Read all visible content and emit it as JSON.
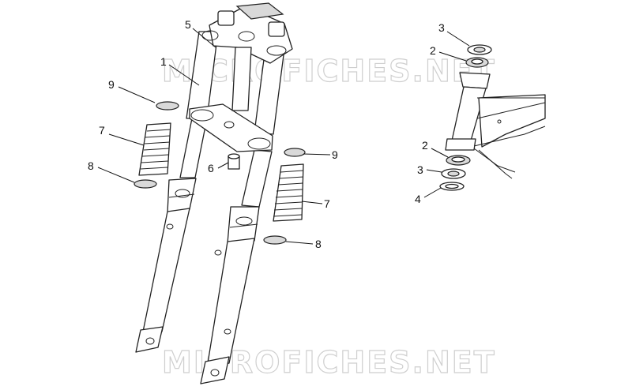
{
  "callouts": {
    "c1": "1",
    "c5": "5",
    "c9_left": "9",
    "c7_left": "7",
    "c8_left": "8",
    "c6": "6",
    "c9_right": "9",
    "c7_right": "7",
    "c8_right": "8",
    "c3_top": "3",
    "c2_top": "2",
    "c2_bottom": "2",
    "c3_bottom": "3",
    "c4": "4"
  },
  "watermark": {
    "top": "MICROFICHES.NET",
    "bottom": "MICROFICHES.NET"
  },
  "colors": {
    "line": "#222222",
    "shade": "#d9d9d9",
    "watermark_outline": "#cfcfcf"
  }
}
